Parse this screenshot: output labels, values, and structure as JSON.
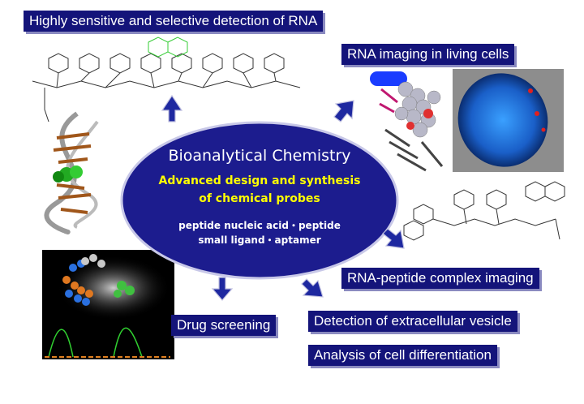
{
  "title_box": "Highly sensitive and selective detection of RNA",
  "imaging_box": "RNA imaging in living cells",
  "complex_box": "RNA-peptide complex imaging",
  "drug_box": "Drug screening",
  "vesicle_box": "Detection of extracellular vesicle",
  "differentiation_box": "Analysis of cell differentiation",
  "center": {
    "title": "Bioanalytical Chemistry",
    "subtitle_line1": "Advanced design and synthesis",
    "subtitle_line2": "of chemical probes",
    "items_line1": "peptide nucleic acid・peptide",
    "items_line2": "small ligand・aptamer"
  },
  "colors": {
    "box_bg": "#14147a",
    "ellipse_fill": "#1c1c8e",
    "subtitle": "#ffff00",
    "arrow": "#1e28a0"
  }
}
